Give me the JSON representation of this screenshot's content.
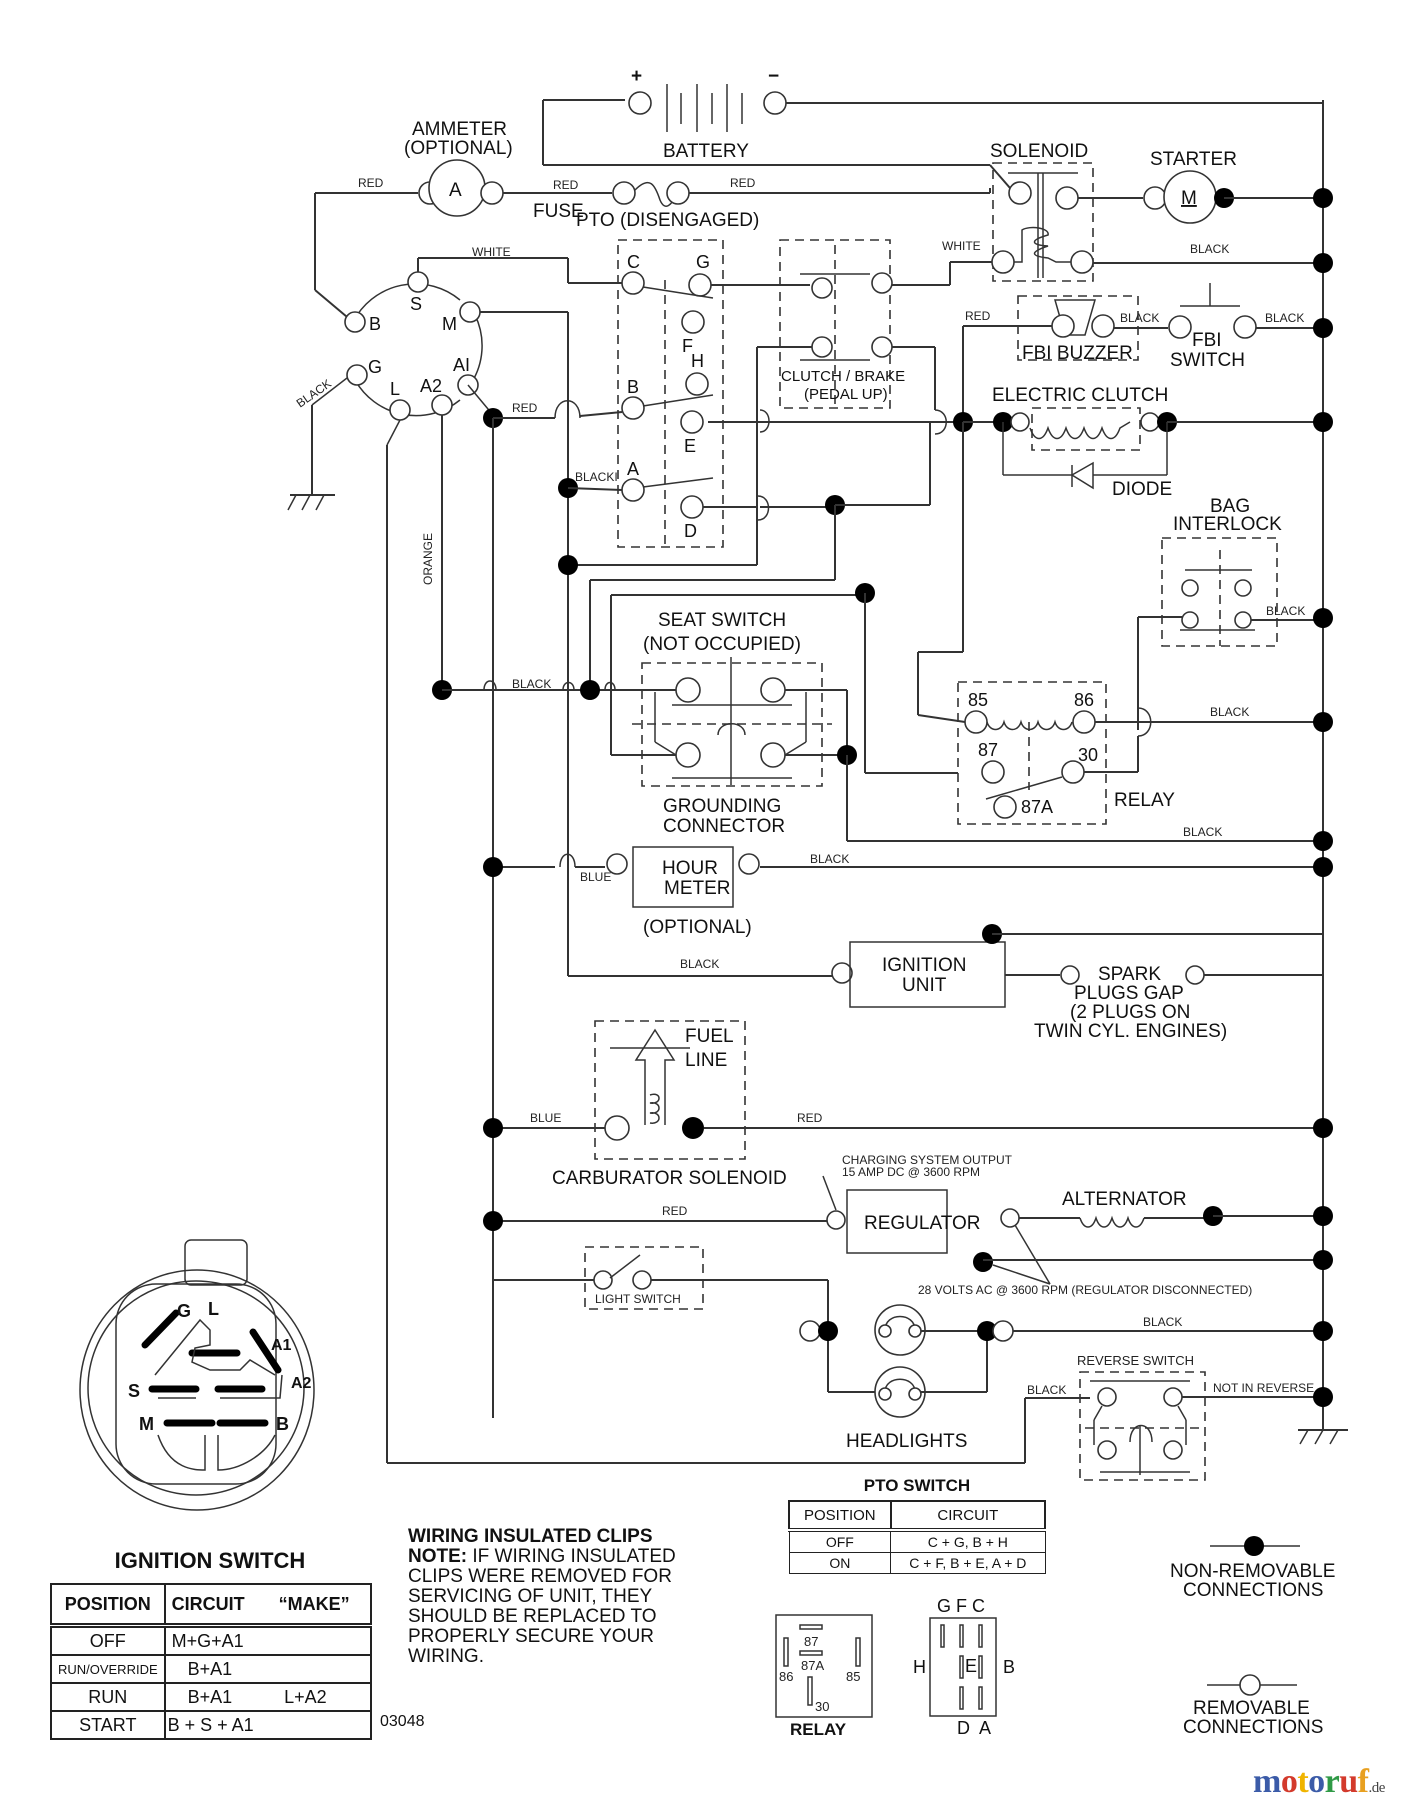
{
  "diagram": {
    "battery": {
      "label": "BATTERY",
      "plus": "+",
      "minus": "−"
    },
    "ammeter": {
      "label_line1": "AMMETER",
      "label_line2": "(OPTIONAL)",
      "symbol": "A"
    },
    "fuse": {
      "label": "FUSE"
    },
    "pto_switch": {
      "label": "PTO (DISENGAGED)",
      "pins": [
        "C",
        "G",
        "F",
        "H",
        "B",
        "E",
        "A",
        "D"
      ]
    },
    "solenoid": {
      "label": "SOLENOID"
    },
    "starter": {
      "label": "STARTER",
      "symbol": "M"
    },
    "clutch_brake": {
      "label_line1": "CLUTCH / BRAKE",
      "label_line2": "(PEDAL UP)"
    },
    "fbi_buzzer": {
      "label": "FBI BUZZER"
    },
    "fbi_switch": {
      "label_line1": "FBI",
      "label_line2": "SWITCH"
    },
    "electric_clutch": {
      "label": "ELECTRIC CLUTCH"
    },
    "diode": {
      "label": "DIODE"
    },
    "bag_interlock": {
      "label_line1": "BAG",
      "label_line2": "INTERLOCK"
    },
    "ignition_pins": {
      "B": "B",
      "S": "S",
      "M": "M",
      "G": "G",
      "L": "L",
      "A2": "A2",
      "A1": "AI"
    },
    "seat_switch": {
      "label_line1": "SEAT SWITCH",
      "label_line2": "(NOT OCCUPIED)"
    },
    "grounding_connector": {
      "label_line1": "GROUNDING",
      "label_line2": "CONNECTOR"
    },
    "relay": {
      "label": "RELAY",
      "pins": {
        "p85": "85",
        "p86": "86",
        "p87": "87",
        "p30": "30",
        "p87a": "87A"
      }
    },
    "hour_meter": {
      "label_line1": "HOUR",
      "label_line2": "METER",
      "note": "(OPTIONAL)"
    },
    "ignition_unit": {
      "label_line1": "IGNITION",
      "label_line2": "UNIT"
    },
    "spark_plugs": {
      "line1": "SPARK",
      "line2": "PLUGS GAP",
      "line3": "(2 PLUGS ON",
      "line4": "TWIN CYL. ENGINES)"
    },
    "carburator": {
      "label": "CARBURATOR SOLENOID",
      "fuel_line1": "FUEL",
      "fuel_line2": "LINE"
    },
    "regulator": {
      "label": "REGULATOR",
      "note_line1": "CHARGING SYSTEM OUTPUT",
      "note_line2": "15 AMP DC @ 3600 RPM"
    },
    "alternator": {
      "label": "ALTERNATOR",
      "note": "28 VOLTS AC @ 3600 RPM (REGULATOR DISCONNECTED)"
    },
    "light_switch": {
      "label": "LIGHT SWITCH"
    },
    "headlights": {
      "label": "HEADLIGHTS"
    },
    "reverse_switch": {
      "label": "REVERSE SWITCH",
      "state": "NOT IN REVERSE"
    },
    "wire_labels": {
      "red": "RED",
      "white": "WHITE",
      "black": "BLACK",
      "blue": "BLUE",
      "orange": "ORANGE",
      "blacki": "BLACKI"
    }
  },
  "ignition_switch": {
    "title": "IGNITION SWITCH",
    "face_pins": [
      "G",
      "L",
      "A1",
      "S",
      "A2",
      "M",
      "B"
    ],
    "headers": [
      "POSITION",
      "CIRCUIT",
      "“MAKE”"
    ],
    "rows": [
      {
        "position": "OFF",
        "circuit": "M+G+A1",
        "make": ""
      },
      {
        "position": "RUN/OVERRIDE",
        "circuit": "B+A1",
        "make": ""
      },
      {
        "position": "RUN",
        "circuit": "B+A1",
        "make": "L+A2"
      },
      {
        "position": "START",
        "circuit": "B + S + A1",
        "make": ""
      }
    ]
  },
  "pto_table": {
    "title": "PTO SWITCH",
    "headers": [
      "POSITION",
      "CIRCUIT"
    ],
    "rows": [
      {
        "position": "OFF",
        "circuit": "C + G, B + H"
      },
      {
        "position": "ON",
        "circuit": "C + F, B + E, A + D"
      }
    ]
  },
  "note": {
    "title": "WIRING INSULATED CLIPS",
    "prefix": "NOTE:",
    "body": " IF WIRING INSULATED CLIPS WERE REMOVED FOR SERVICING OF UNIT, THEY SHOULD BE REPLACED TO PROPERLY SECURE YOUR WIRING."
  },
  "relay_diagram": {
    "label": "RELAY",
    "p87": "87",
    "p87a": "87A",
    "p86": "86",
    "p85": "85",
    "p30": "30"
  },
  "pto_connector": {
    "top": "G F C",
    "left": "H",
    "center": "E",
    "right": "B",
    "bottom": "D  A"
  },
  "legend": {
    "non_removable_line1": "NON-REMOVABLE",
    "non_removable_line2": "CONNECTIONS",
    "removable_line1": "REMOVABLE",
    "removable_line2": "CONNECTIONS"
  },
  "diagram_number": "03048",
  "brand": {
    "letters": [
      "m",
      "o",
      "t",
      "o",
      "r",
      "u",
      "f"
    ],
    "colors": [
      "#3b5ba8",
      "#d33a2c",
      "#f0b400",
      "#3b5ba8",
      "#2f9a46",
      "#d33a2c",
      "#e8a020"
    ],
    "tld": ".de"
  }
}
